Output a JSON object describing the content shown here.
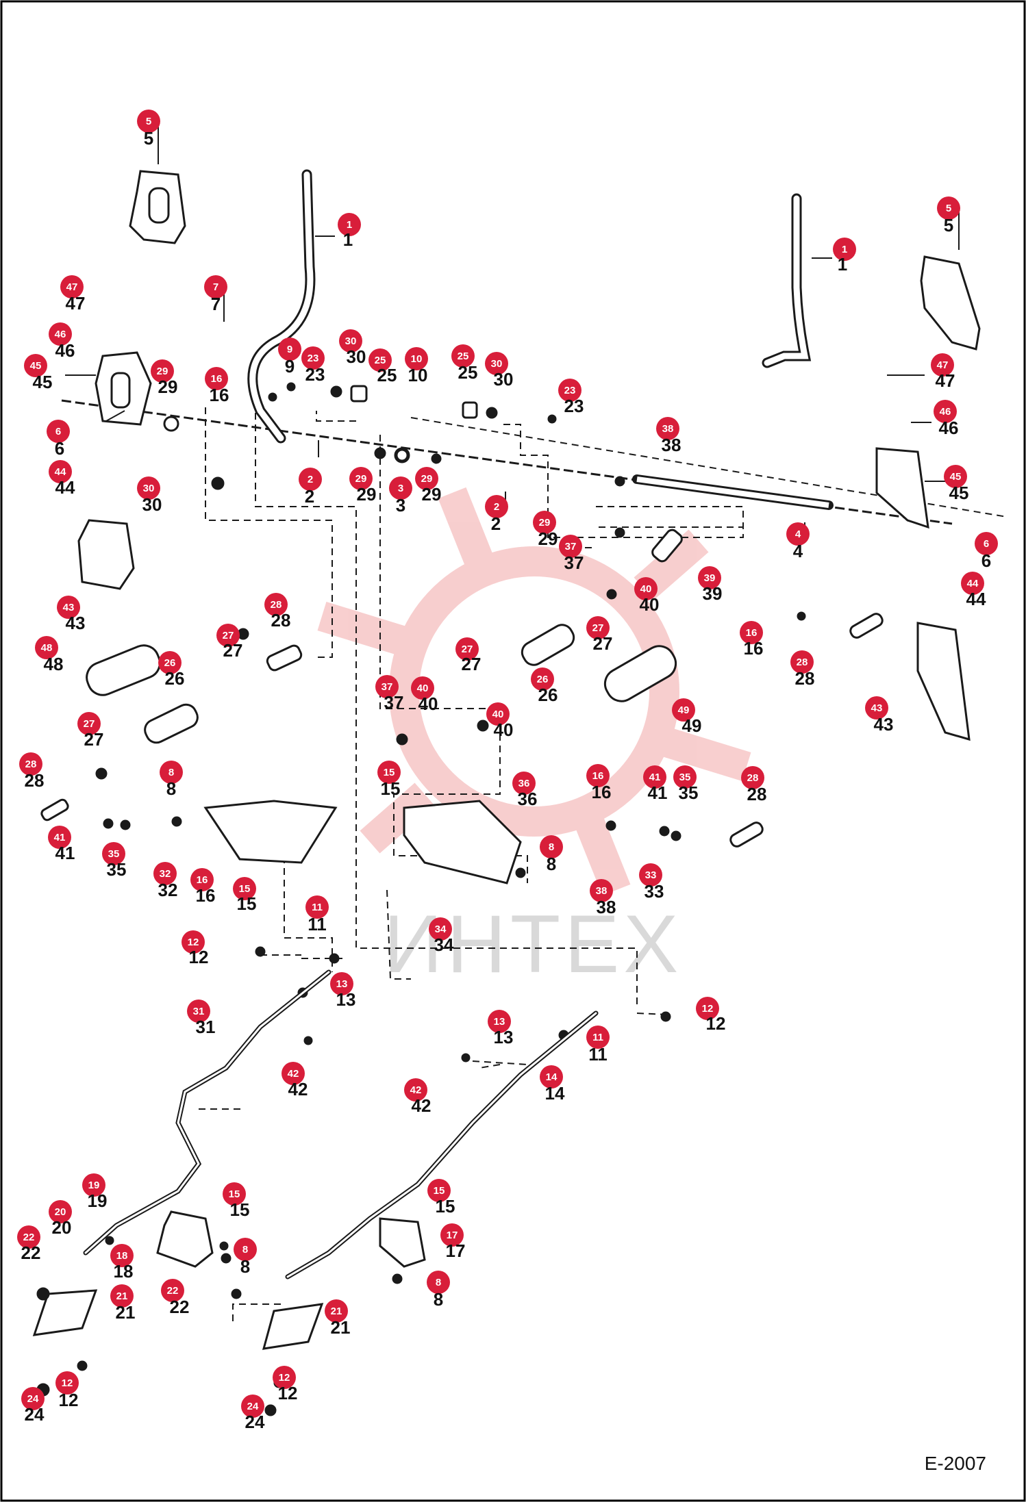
{
  "page_code": "E-2007",
  "watermark": {
    "text": "ИНТЕХ",
    "color": "#e8e8e8",
    "logo_color": "#f4b8b8"
  },
  "colors": {
    "badge": "#d81e3a",
    "line": "#1a1a1a",
    "border": "#000000"
  },
  "callouts": [
    {
      "id": "c01",
      "num": "1"
    },
    {
      "id": "c02",
      "num": "1"
    },
    {
      "id": "c03",
      "num": "2"
    },
    {
      "id": "c04",
      "num": "2"
    },
    {
      "id": "c05",
      "num": "3"
    },
    {
      "id": "c06",
      "num": "4"
    },
    {
      "id": "c07",
      "num": "5"
    },
    {
      "id": "c08",
      "num": "5"
    },
    {
      "id": "c09",
      "num": "6"
    },
    {
      "id": "c10",
      "num": "6"
    },
    {
      "id": "c11",
      "num": "7"
    },
    {
      "id": "c12",
      "num": "8"
    },
    {
      "id": "c13",
      "num": "8"
    },
    {
      "id": "c14",
      "num": "8"
    },
    {
      "id": "c15",
      "num": "8"
    },
    {
      "id": "c16",
      "num": "9"
    },
    {
      "id": "c17",
      "num": "10"
    },
    {
      "id": "c18",
      "num": "11"
    },
    {
      "id": "c19",
      "num": "11"
    },
    {
      "id": "c20",
      "num": "12"
    },
    {
      "id": "c21",
      "num": "12"
    },
    {
      "id": "c22",
      "num": "12"
    },
    {
      "id": "c23",
      "num": "12"
    },
    {
      "id": "c24",
      "num": "13"
    },
    {
      "id": "c25",
      "num": "13"
    },
    {
      "id": "c26",
      "num": "14"
    },
    {
      "id": "c27",
      "num": "15"
    },
    {
      "id": "c28",
      "num": "15"
    },
    {
      "id": "c29",
      "num": "15"
    },
    {
      "id": "c30",
      "num": "15"
    },
    {
      "id": "c31",
      "num": "16"
    },
    {
      "id": "c32",
      "num": "16"
    },
    {
      "id": "c33",
      "num": "16"
    },
    {
      "id": "c34",
      "num": "16"
    },
    {
      "id": "c35",
      "num": "17"
    },
    {
      "id": "c36",
      "num": "18"
    },
    {
      "id": "c37",
      "num": "19"
    },
    {
      "id": "c38",
      "num": "20"
    },
    {
      "id": "c39",
      "num": "21"
    },
    {
      "id": "c40",
      "num": "21"
    },
    {
      "id": "c41",
      "num": "22"
    },
    {
      "id": "c42",
      "num": "22"
    },
    {
      "id": "c43",
      "num": "23"
    },
    {
      "id": "c44",
      "num": "23"
    },
    {
      "id": "c45",
      "num": "24"
    },
    {
      "id": "c46",
      "num": "24"
    },
    {
      "id": "c47",
      "num": "25"
    },
    {
      "id": "c48",
      "num": "25"
    },
    {
      "id": "c49",
      "num": "26"
    },
    {
      "id": "c50",
      "num": "26"
    },
    {
      "id": "c51",
      "num": "27"
    },
    {
      "id": "c52",
      "num": "27"
    },
    {
      "id": "c53",
      "num": "27"
    },
    {
      "id": "c54",
      "num": "27"
    },
    {
      "id": "c55",
      "num": "28"
    },
    {
      "id": "c56",
      "num": "28"
    },
    {
      "id": "c57",
      "num": "28"
    },
    {
      "id": "c58",
      "num": "28"
    },
    {
      "id": "c59",
      "num": "29"
    },
    {
      "id": "c60",
      "num": "29"
    },
    {
      "id": "c61",
      "num": "29"
    },
    {
      "id": "c62",
      "num": "29"
    },
    {
      "id": "c63",
      "num": "30"
    },
    {
      "id": "c64",
      "num": "30"
    },
    {
      "id": "c65",
      "num": "30"
    },
    {
      "id": "c66",
      "num": "31"
    },
    {
      "id": "c67",
      "num": "32"
    },
    {
      "id": "c68",
      "num": "33"
    },
    {
      "id": "c69",
      "num": "34"
    },
    {
      "id": "c70",
      "num": "35"
    },
    {
      "id": "c71",
      "num": "35"
    },
    {
      "id": "c72",
      "num": "36"
    },
    {
      "id": "c73",
      "num": "37"
    },
    {
      "id": "c74",
      "num": "37"
    },
    {
      "id": "c75",
      "num": "38"
    },
    {
      "id": "c76",
      "num": "38"
    },
    {
      "id": "c77",
      "num": "39"
    },
    {
      "id": "c78",
      "num": "40"
    },
    {
      "id": "c79",
      "num": "40"
    },
    {
      "id": "c80",
      "num": "40"
    },
    {
      "id": "c81",
      "num": "41"
    },
    {
      "id": "c82",
      "num": "41"
    },
    {
      "id": "c83",
      "num": "42"
    },
    {
      "id": "c84",
      "num": "42"
    },
    {
      "id": "c85",
      "num": "43"
    },
    {
      "id": "c86",
      "num": "43"
    },
    {
      "id": "c87",
      "num": "44"
    },
    {
      "id": "c88",
      "num": "44"
    },
    {
      "id": "c89",
      "num": "45"
    },
    {
      "id": "c90",
      "num": "45"
    },
    {
      "id": "c91",
      "num": "46"
    },
    {
      "id": "c92",
      "num": "46"
    },
    {
      "id": "c93",
      "num": "47"
    },
    {
      "id": "c94",
      "num": "47"
    },
    {
      "id": "c95",
      "num": "48"
    },
    {
      "id": "c96",
      "num": "49"
    }
  ]
}
